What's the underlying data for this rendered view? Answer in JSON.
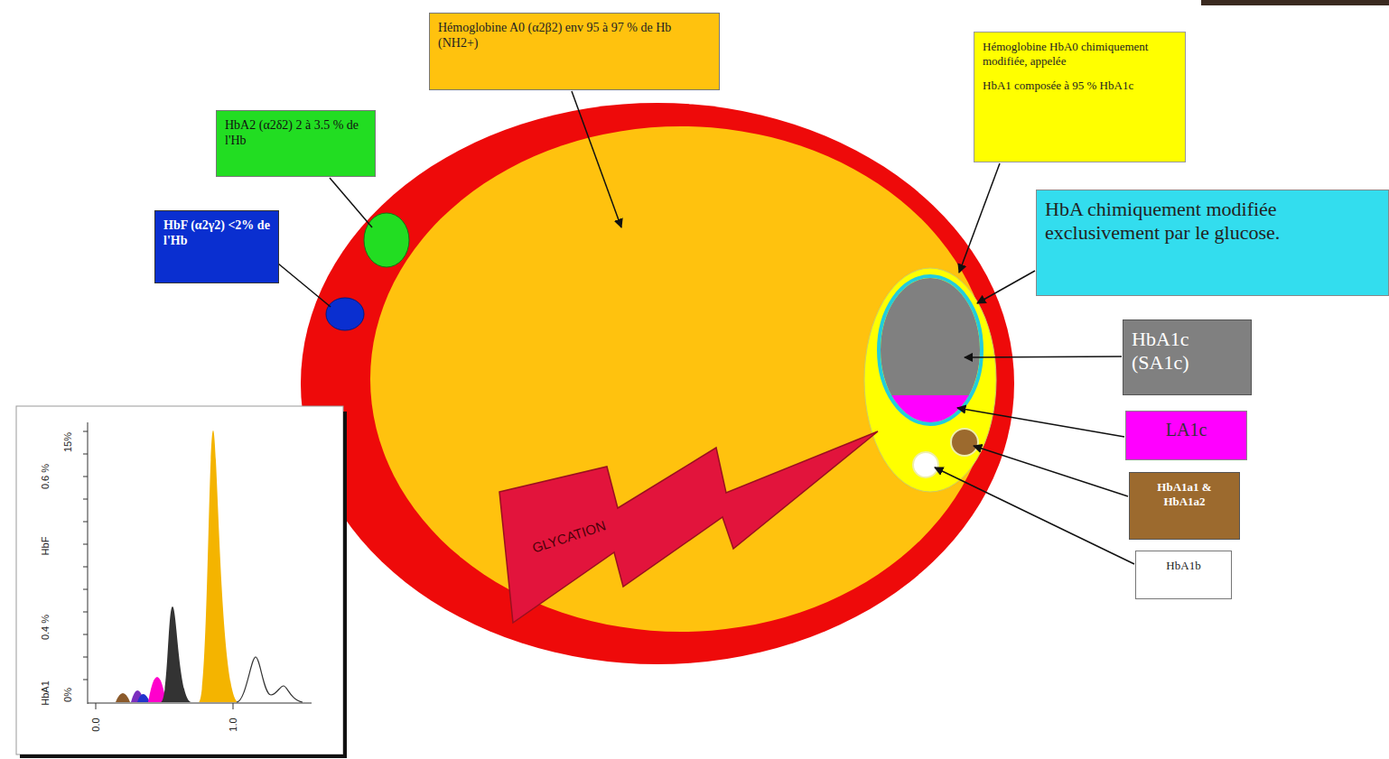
{
  "diagram": {
    "nodes": [
      {
        "text": [
          "Hémoglobine A0 (α2β2) env 95 à 97 % de Hb (NH2+)"
        ]
      },
      {
        "text": [
          "Hémoglobine HbA0 chimiquement modifiée, appelée",
          "HbA1 composée à 95 % HbA1c"
        ]
      },
      {
        "text": [
          "HbA2 (α2δ2) 2 à 3.5 % de l'Hb"
        ]
      },
      {
        "text": [
          "HbA chimiquement modifiée exclusivement par le glucose."
        ]
      },
      {
        "text": [
          "HbF (α2γ2) <2% de l'Hb"
        ]
      },
      {
        "text": [
          "HbA1c (SA1c)"
        ]
      },
      {
        "text": [
          "LA1c"
        ]
      },
      {
        "text": [
          "HbA1a1 & HbA1a2"
        ]
      },
      {
        "text": [
          "HbA1b"
        ]
      },
      {
        "text": [
          "GLYCATION"
        ]
      }
    ],
    "labels": [
      "0.6 %",
      "HbF",
      "0.4 %",
      "HbA1",
      "15%",
      "0%",
      "0.0",
      "1.0"
    ]
  }
}
